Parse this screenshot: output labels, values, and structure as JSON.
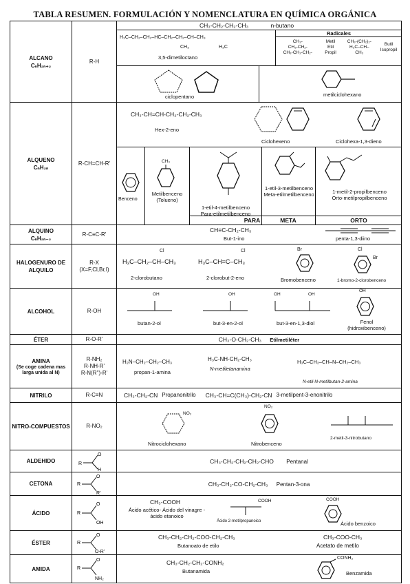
{
  "title": "TABLA RESUMEN. FORMULACIÓN Y NOMENCLATURA EN QUÍMICA ORGÁNICA",
  "alcano": {
    "name": "ALCANO",
    "formula": "CₙH₂ₙ₊₂",
    "general": "R-H",
    "butano_formula": "CH₃-CH₂-CH₂-CH₃",
    "butano_name": "n-butano",
    "dimetil_chain": "H₃C–CH₂–CH₂–HC–CH₂–CH₂–CH–CH₃",
    "dimetil_branch1": "CH₃",
    "dimetil_branch2": "H₃C",
    "dimetil_name": "3,5-dimetiloctano",
    "radicales_title": "Radicales",
    "rad1": "CH₃-",
    "rad2": "CH₃-CH₂-",
    "rad3": "CH₃-CH₂-CH₂-",
    "rad_names1": "Metil",
    "rad_names2": "Etil",
    "rad_names3": "Propil",
    "rad4": "CH₃-(CH₂)₂-",
    "rad5": "H₃C–CH–",
    "rad6": "CH₃",
    "rad_names4": "Butil",
    "rad_names5": "Isopropil",
    "ciclopentano": "ciclopentano",
    "metilciclohexano": "metilciclohexano"
  },
  "alqueno": {
    "name": "ALQUENO",
    "formula": "CₙH₂ₙ",
    "general": "R-CH=CH-R'",
    "hex_formula": "CH₃-CH=CH-CH₂-CH₂-CH₃",
    "hex_name": "Hex-2-eno",
    "ciclohexeno": "Ciclohexeno",
    "ciclohexadieno": "Ciclohexa-1,3-dieno",
    "benceno": "Benceno",
    "metilbenceno1": "Metilbenceno",
    "metilbenceno2": "(Tolueno)",
    "para_name1": "1-etil-4-metilbenceno",
    "para_name2": "Para-etilmetilbenceno",
    "meta_name1": "1-etil-3-metilbenceno",
    "meta_name2": "Meta-etilmetilbenceno",
    "orto_name1": "1-metil-2-propilbenceno",
    "orto_name2": "Orto-metilpropilbenceno",
    "para": "PARA",
    "meta": "META",
    "orto": "ORTO",
    "ch3": "CH₃"
  },
  "alquino": {
    "name": "ALQUINO",
    "formula": "CₙH₂ₙ₋₂",
    "general": "R-C≡C-R'",
    "but_formula": "CH≡C-CH₂-CH₃",
    "but_name": "But-1-ino",
    "penta_name": "penta-1,3-diino"
  },
  "halo": {
    "name": "HALOGENURO DE ALQUILO",
    "general1": "R-X",
    "general2": "(X=F,Cl,Br,I)",
    "clorobutano_formula": "H₃C–CH₂–CH–CH₃",
    "clorobutano_name": "2-clorobutano",
    "clorobuteno_formula": "H₃C–CH=C–CH₃",
    "clorobuteno_name": "2-clorobut-2-eno",
    "bromobenceno": "Bromobenceno",
    "bromoclorobenceno": "1-bromo-2-clorobenceno",
    "cl": "Cl",
    "br": "Br"
  },
  "alcohol": {
    "name": "ALCOHOL",
    "general": "R-OH",
    "butanol": "butan-2-ol",
    "butenol": "but-3-en-2-ol",
    "butendiol": "but-3-en-1,3-diol",
    "fenol1": "Fenol",
    "fenol2": "(hidroxibenceno)",
    "oh": "OH"
  },
  "eter": {
    "name": "ÉTER",
    "general": "R-O-R'",
    "formula": "CH₃-O-CH₂-CH₃",
    "ex_name": "Etilmetiléter"
  },
  "amina": {
    "name": "AMINA",
    "note": "(Se coge cadena mas larga unida al N)",
    "general1": "R-NH₂",
    "general2": "R-NH-R'",
    "general3": "R-N(R'')-R'",
    "propan_formula": "H₂N–CH₂–CH₂–CH₃",
    "propan_name": "propan-1-amina",
    "metiletan_formula": "H₃C-NH-CH₂-CH₃",
    "metiletan_name": "N-metiletanamina",
    "etilmetil_formula": "H₃C–CH₂–CH–N–CH₂–CH₃",
    "etilmetil_name": "N-etil-N-metilbutan-2-amina"
  },
  "nitrilo": {
    "name": "NITRILO",
    "general": "R-C≡N",
    "ex1": "CH₃-CH₂-CN",
    "ex1_name": "Propanonitrilo",
    "ex2": "CH₃-CH=C(CH₃)-CH₂-CN",
    "ex2_name": "3-metilpent-3-enonitrilo"
  },
  "nitro": {
    "name": "NITRO-COMPUESTOS",
    "general": "R-NO₂",
    "ciclo": "Nitrociclohexano",
    "benceno": "Nitrobenceno",
    "butano": "2-metil-3-nitrobutano",
    "no2": "NO₂"
  },
  "aldehido": {
    "name": "ALDEHIDO",
    "formula": "CH₃-CH₂-CH₂-CH₂-CHO",
    "ex_name": "Pentanal"
  },
  "cetona": {
    "name": "CETONA",
    "formula": "CH₃-CH₂-CO-CH₂-CH₃",
    "ex_name": "Pentan-3-ona"
  },
  "acido": {
    "name": "ÁCIDO",
    "formula": "CH₃-COOH",
    "name1": "Ácido acético- Ácido del vinagre -",
    "name2": "ácido etanoico",
    "metilprop": "Ácido 2-metilpropanoico",
    "benzoico": "Ácido benzoico",
    "cooh": "COOH"
  },
  "ester": {
    "name": "ÉSTER",
    "formula": "CH₃-CH₂-CH₂-COO-CH₂-CH₃",
    "ex_name": "Butanoato de etilo",
    "formula2": "CH₃-COO-CH₃",
    "ex2_name": "Acetato de metilo"
  },
  "amida": {
    "name": "AMIDA",
    "formula": "CH₃-CH₂-CH₂-CONH₂",
    "ex_name": "Butanamida",
    "benz": "Benzamida",
    "conh2": "CONH₂"
  },
  "gen_labels": {
    "r": "R",
    "o": "O",
    "h": "H",
    "oh": "OH",
    "r2": "R'",
    "or": "O-R'",
    "nh2": "NH₂"
  }
}
